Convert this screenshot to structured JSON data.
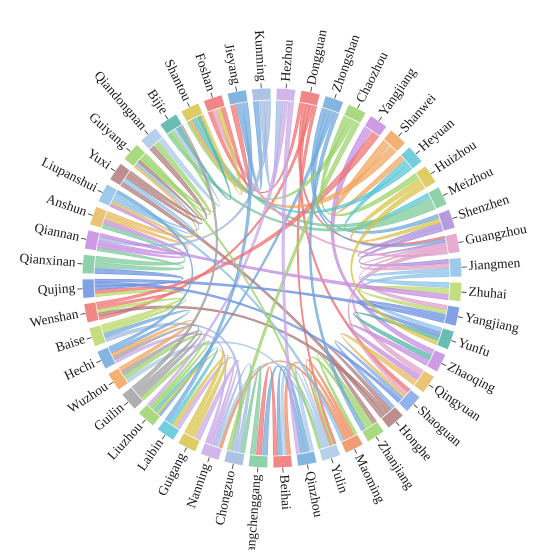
{
  "diagram": {
    "type": "chord",
    "nodes": [
      {
        "name": "Dongguan",
        "color": "#f07070"
      },
      {
        "name": "Zhongshan",
        "color": "#6fa8dc"
      },
      {
        "name": "Chaozhou",
        "color": "#9bd36a"
      },
      {
        "name": "Yangjiang",
        "color": "#c48ae0"
      },
      {
        "name": "Shanwei",
        "color": "#f2a35c"
      },
      {
        "name": "Heyuan",
        "color": "#59c5d6"
      },
      {
        "name": "Huizhou",
        "color": "#d8c34a"
      },
      {
        "name": "Meizhou",
        "color": "#7bc99a"
      },
      {
        "name": "Shenzhen",
        "color": "#a88ad8"
      },
      {
        "name": "Guangzhou",
        "color": "#e0a0c8"
      },
      {
        "name": "Jiangmen",
        "color": "#8cc0e8"
      },
      {
        "name": "Zhuhai",
        "color": "#b8d86a"
      },
      {
        "name": "Yangjiang",
        "color": "#6b8fe0"
      },
      {
        "name": "Yunfu",
        "color": "#4fb3a6"
      },
      {
        "name": "Zhaoqing",
        "color": "#c48ae0"
      },
      {
        "name": "Qingyuan",
        "color": "#e6b85c"
      },
      {
        "name": "Shaoguan",
        "color": "#7ea6e8"
      },
      {
        "name": "Honghe",
        "color": "#b07a7a"
      },
      {
        "name": "Zhanjiang",
        "color": "#9bd36a"
      },
      {
        "name": "Maoming",
        "color": "#f08a5c"
      },
      {
        "name": "Yulin",
        "color": "#a8c8e8"
      },
      {
        "name": "Qinzhou",
        "color": "#6fa8dc"
      },
      {
        "name": "Beihai",
        "color": "#f07070"
      },
      {
        "name": "Fangchenggang",
        "color": "#7bc99a"
      },
      {
        "name": "Chongzuo",
        "color": "#9fb8e0"
      },
      {
        "name": "Nanning",
        "color": "#c9a8e8"
      },
      {
        "name": "Guigang",
        "color": "#d8c34a"
      },
      {
        "name": "Laibin",
        "color": "#59c5d6"
      },
      {
        "name": "Liuzhou",
        "color": "#9bd36a"
      },
      {
        "name": "Guilin",
        "color": "#a0a0a0"
      },
      {
        "name": "Wuzhou",
        "color": "#f2a35c"
      },
      {
        "name": "Hechi",
        "color": "#6fa8dc"
      },
      {
        "name": "Baise",
        "color": "#b8d86a"
      },
      {
        "name": "Wenshan",
        "color": "#f07070"
      },
      {
        "name": "Qujing",
        "color": "#6b8fe0"
      },
      {
        "name": "Qianxinan",
        "color": "#7bc99a"
      },
      {
        "name": "Qiannan",
        "color": "#c48ae0"
      },
      {
        "name": "Anshun",
        "color": "#e6b85c"
      },
      {
        "name": "Liupanshui",
        "color": "#8cc0e8"
      },
      {
        "name": "Yuxi",
        "color": "#b07a7a"
      },
      {
        "name": "Guiyang",
        "color": "#9bd36a"
      },
      {
        "name": "Qiandongnan",
        "color": "#a8c8e8"
      },
      {
        "name": "Bijie",
        "color": "#4fb3a6"
      },
      {
        "name": "Shantou",
        "color": "#d8c34a"
      },
      {
        "name": "Foshan",
        "color": "#f07070"
      },
      {
        "name": "Jieyang",
        "color": "#6fa8dc"
      },
      {
        "name": "Kunming",
        "color": "#9fb8e0"
      },
      {
        "name": "Hezhou",
        "color": "#c9a8e8"
      }
    ],
    "links": [
      [
        0,
        44
      ],
      [
        0,
        9
      ],
      [
        0,
        16
      ],
      [
        0,
        33
      ],
      [
        0,
        20
      ],
      [
        1,
        9
      ],
      [
        1,
        8
      ],
      [
        1,
        28
      ],
      [
        2,
        6
      ],
      [
        2,
        43
      ],
      [
        3,
        14
      ],
      [
        4,
        5
      ],
      [
        4,
        43
      ],
      [
        5,
        7
      ],
      [
        5,
        43
      ],
      [
        6,
        8
      ],
      [
        7,
        43
      ],
      [
        7,
        42
      ],
      [
        8,
        9
      ],
      [
        8,
        10
      ],
      [
        9,
        10
      ],
      [
        9,
        12
      ],
      [
        9,
        15
      ],
      [
        9,
        16
      ],
      [
        9,
        44
      ],
      [
        10,
        11
      ],
      [
        10,
        13
      ],
      [
        11,
        12
      ],
      [
        12,
        13
      ],
      [
        13,
        14
      ],
      [
        14,
        15
      ],
      [
        15,
        16
      ],
      [
        16,
        17
      ],
      [
        17,
        18
      ],
      [
        17,
        33
      ],
      [
        17,
        39
      ],
      [
        18,
        19
      ],
      [
        18,
        20
      ],
      [
        19,
        20
      ],
      [
        19,
        22
      ],
      [
        19,
        25
      ],
      [
        20,
        21
      ],
      [
        20,
        22
      ],
      [
        20,
        25
      ],
      [
        20,
        30
      ],
      [
        21,
        22
      ],
      [
        21,
        23
      ],
      [
        22,
        23
      ],
      [
        23,
        24
      ],
      [
        24,
        25
      ],
      [
        24,
        32
      ],
      [
        25,
        26
      ],
      [
        25,
        27
      ],
      [
        25,
        31
      ],
      [
        26,
        27
      ],
      [
        26,
        28
      ],
      [
        27,
        28
      ],
      [
        28,
        29
      ],
      [
        28,
        30
      ],
      [
        29,
        30
      ],
      [
        29,
        31
      ],
      [
        30,
        31
      ],
      [
        31,
        32
      ],
      [
        32,
        33
      ],
      [
        32,
        34
      ],
      [
        33,
        34
      ],
      [
        34,
        35
      ],
      [
        34,
        16
      ],
      [
        35,
        36
      ],
      [
        35,
        37
      ],
      [
        36,
        37
      ],
      [
        36,
        38
      ],
      [
        37,
        38
      ],
      [
        37,
        40
      ],
      [
        38,
        39
      ],
      [
        38,
        40
      ],
      [
        39,
        40
      ],
      [
        39,
        41
      ],
      [
        40,
        41
      ],
      [
        40,
        42
      ],
      [
        41,
        42
      ],
      [
        42,
        43
      ],
      [
        43,
        44
      ],
      [
        44,
        45
      ],
      [
        45,
        46
      ],
      [
        46,
        47
      ],
      [
        47,
        28
      ],
      [
        46,
        36
      ],
      [
        45,
        27
      ],
      [
        34,
        12
      ],
      [
        36,
        11
      ],
      [
        33,
        3
      ],
      [
        38,
        19
      ],
      [
        40,
        20
      ],
      [
        2,
        24
      ],
      [
        6,
        13
      ],
      [
        47,
        21
      ],
      [
        29,
        42
      ],
      [
        31,
        38
      ],
      [
        1,
        18
      ]
    ]
  }
}
